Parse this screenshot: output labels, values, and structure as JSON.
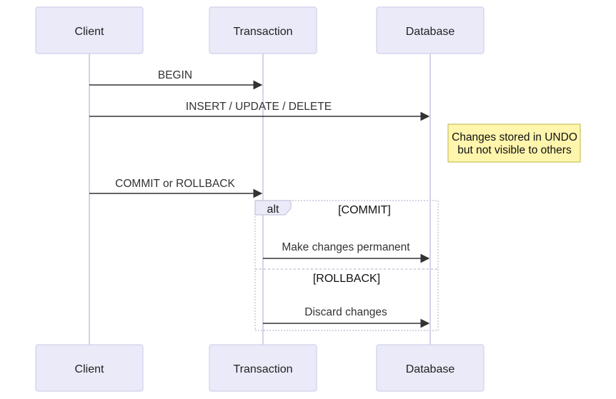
{
  "actors": [
    "Client",
    "Transaction",
    "Database"
  ],
  "messages": [
    {
      "from": "Client",
      "to": "Transaction",
      "label": "BEGIN"
    },
    {
      "from": "Client",
      "to": "Database",
      "label": "INSERT / UPDATE / DELETE"
    },
    {
      "from": "Client",
      "to": "Transaction",
      "label": "COMMIT or ROLLBACK"
    },
    {
      "from": "Transaction",
      "to": "Database",
      "label": "Make changes permanent"
    },
    {
      "from": "Transaction",
      "to": "Database",
      "label": "Discard changes"
    }
  ],
  "note": {
    "over": "Database",
    "lines": [
      "Changes stored in UNDO",
      "but not visible to others"
    ]
  },
  "alt_block": {
    "keyword": "alt",
    "branches": [
      "[COMMIT]",
      "[ROLLBACK]"
    ]
  },
  "colors": {
    "actor_fill": "#eaeaf8",
    "actor_border": "#d0d0ee",
    "note_fill": "#fff5ad",
    "note_border": "#c9c060",
    "line": "#333333"
  }
}
